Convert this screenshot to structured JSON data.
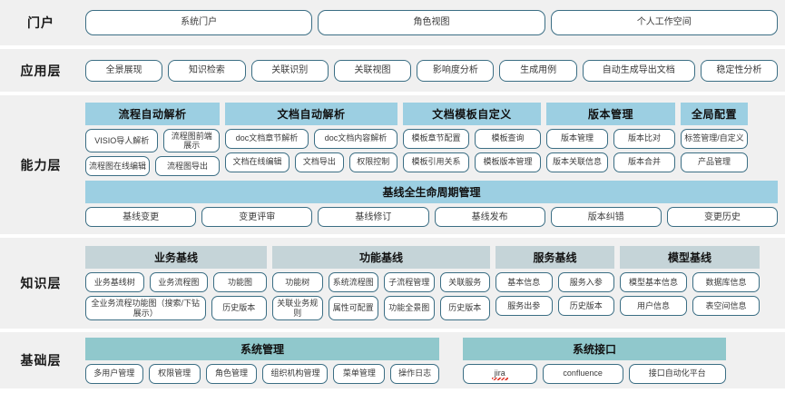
{
  "layers": [
    {
      "id": "portal",
      "label": "门户",
      "nodes": [
        "系统门户",
        "角色视图",
        "个人工作空间"
      ]
    },
    {
      "id": "application",
      "label": "应用层",
      "nodes": [
        "全景展现",
        "知识检索",
        "关联识别",
        "关联视图",
        "影响度分析",
        "生成用例",
        "自动生成导出文档",
        "稳定性分析"
      ]
    },
    {
      "id": "capability",
      "label": "能力层",
      "groups": [
        {
          "title": "流程自动解析",
          "rows": [
            [
              "VISIO导人解析",
              "流程图前端展示"
            ],
            [
              "流程图在线编辑",
              "流程图导出"
            ]
          ]
        },
        {
          "title": "文档自动解析",
          "rows": [
            [
              "doc文档章节解析",
              "doc文档内容解析"
            ],
            [
              "文档在线编辑",
              "文档导出",
              "权限控制"
            ]
          ]
        },
        {
          "title": "文档模板自定义",
          "rows": [
            [
              "模板章节配置",
              "模板查询"
            ],
            [
              "模板引用关系",
              "模板版本管理"
            ]
          ]
        },
        {
          "title": "版本管理",
          "rows": [
            [
              "版本管理",
              "版本比对"
            ],
            [
              "版本关联信息",
              "版本合并"
            ]
          ]
        },
        {
          "title": "全局配置",
          "rows": [
            [
              "标签管理/自定义"
            ],
            [
              "产品管理"
            ]
          ]
        }
      ],
      "band": {
        "title": "基线全生命周期管理",
        "nodes": [
          "基线变更",
          "变更评审",
          "基线修订",
          "基线发布",
          "版本纠错",
          "变更历史"
        ]
      }
    },
    {
      "id": "knowledge",
      "label": "知识层",
      "groups": [
        {
          "title": "业务基线",
          "rows": [
            [
              "业务基线树",
              "业务流程图",
              "功能图"
            ],
            [
              "全业务流程功能图（搜索/下钻展示）",
              "历史版本"
            ]
          ]
        },
        {
          "title": "功能基线",
          "rows": [
            [
              "功能树",
              "系统流程图",
              "子流程管理",
              "关联服务"
            ],
            [
              "关联业务规则",
              "属性可配置",
              "功能全景图",
              "历史版本"
            ]
          ]
        },
        {
          "title": "服务基线",
          "rows": [
            [
              "基本信息",
              "服务入参"
            ],
            [
              "服务出参",
              "历史版本"
            ]
          ]
        },
        {
          "title": "模型基线",
          "rows": [
            [
              "模型基本信息",
              "数据库信息"
            ],
            [
              "用户信息",
              "表空间信息"
            ]
          ]
        }
      ]
    },
    {
      "id": "base",
      "label": "基础层",
      "groups": [
        {
          "title": "系统管理",
          "rows": [
            [
              "多用户管理",
              "权限管理",
              "角色管理",
              "组织机构管理",
              "菜单管理",
              "操作日志"
            ]
          ]
        },
        {
          "title": "系统接口",
          "rows": [
            [
              "jira",
              "confluence",
              "接口自动化平台"
            ]
          ]
        }
      ]
    }
  ],
  "colors": {
    "node_border": "#3b6e84",
    "capability_header": "#9ccfe2",
    "knowledge_header": "#c5d4d8",
    "base_header": "#90c8cc",
    "layer_background": "#f0f0f0",
    "page_background": "#ffffff"
  }
}
